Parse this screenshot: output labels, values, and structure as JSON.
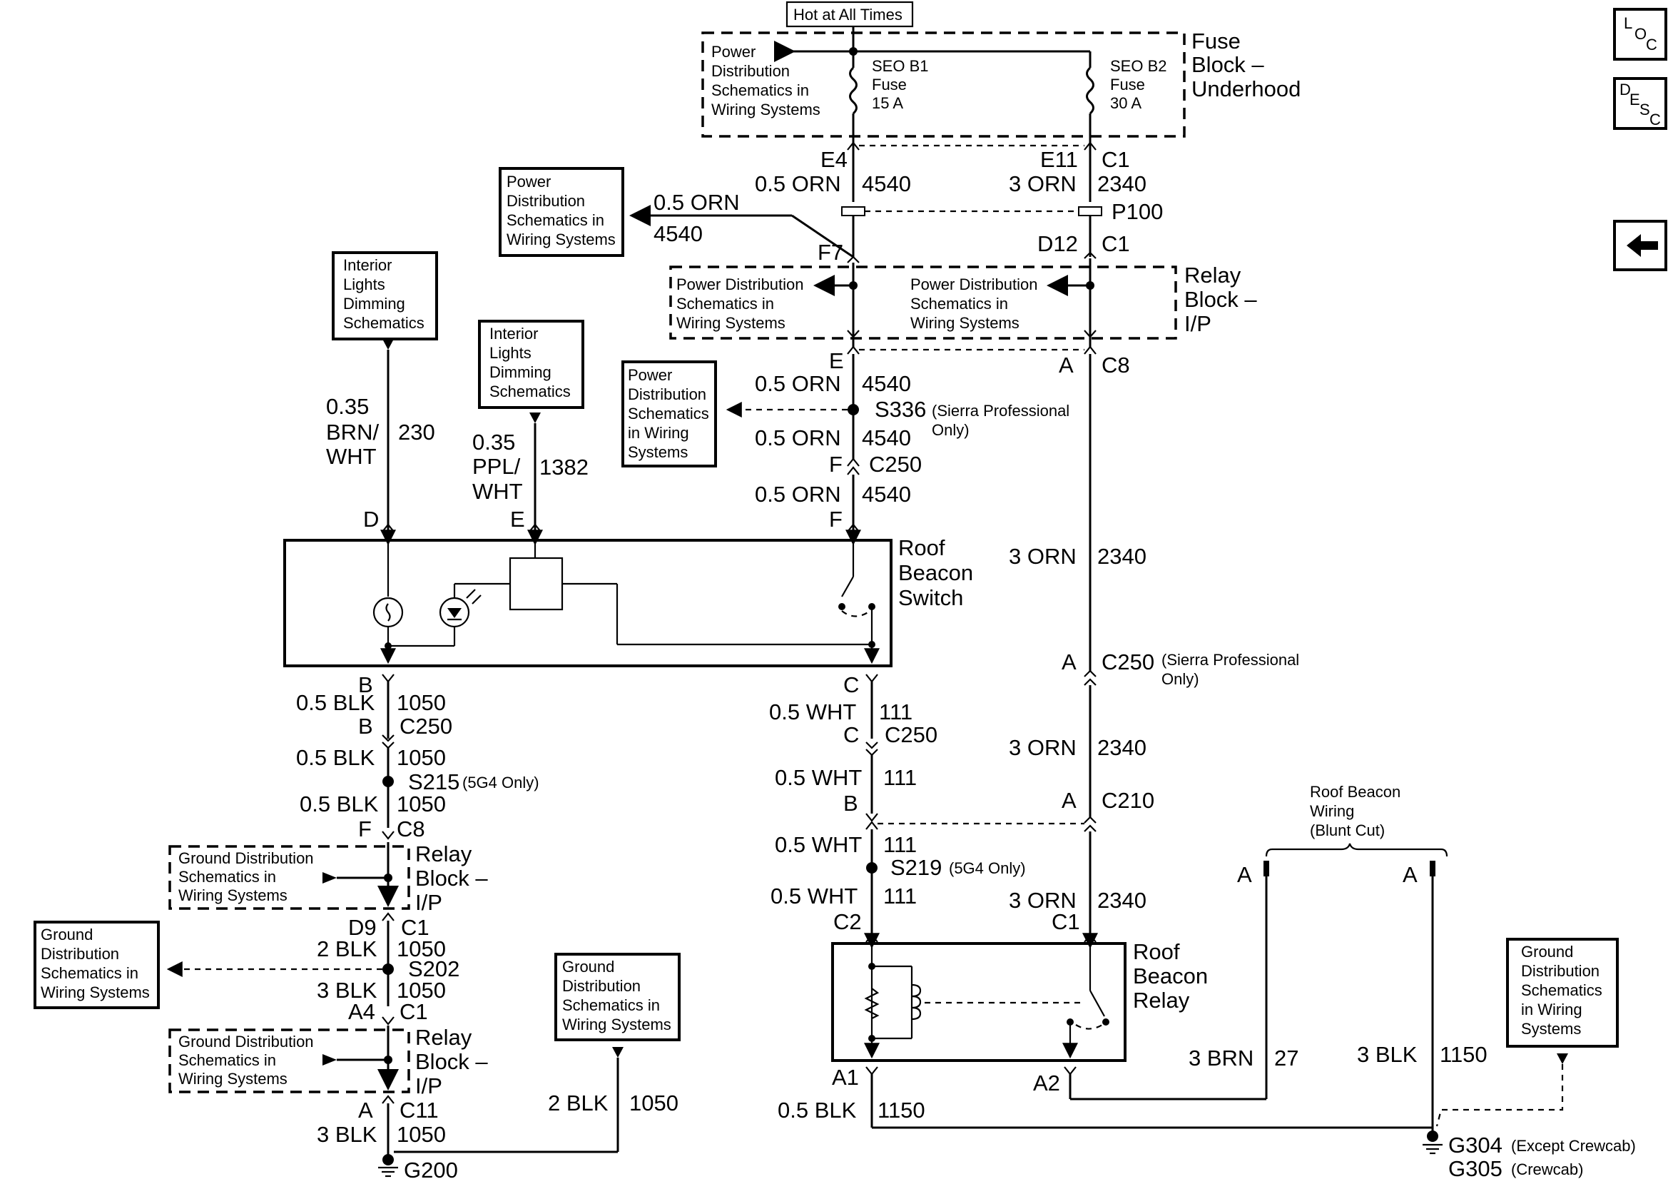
{
  "nav": {
    "loc_icon": "loc-icon",
    "desc_icon": "desc-icon",
    "back_icon": "left-arrow-icon",
    "loc": {
      "a": "L",
      "b": "O",
      "c": "C"
    },
    "desc": {
      "a": "D",
      "b": "E",
      "c": "S",
      "d": "C"
    }
  },
  "texts": {
    "hot": "Hot at All Times",
    "fbu1": "Fuse",
    "fbu2": "Block –",
    "fbu3": "Underhood",
    "pd1": "Power",
    "pd2": "Distribution",
    "pd3": "Schematics in",
    "pd4": "Wiring Systems",
    "seo1a": "SEO B1",
    "seo1b": "Fuse",
    "seo1c": "15 A",
    "seo2a": "SEO B2",
    "seo2b": "Fuse",
    "seo2c": "30 A",
    "E4": "E4",
    "E11": "E11",
    "C1a": "C1",
    "w05orn": "0.5 ORN",
    "n4540": "4540",
    "w3orn": "3 ORN",
    "n2340": "2340",
    "P100": "P100",
    "F7": "F7",
    "D12": "D12",
    "C1b": "C1",
    "ib1": "Interior",
    "ib2": "Lights",
    "ib3": "Dimming",
    "ib4": "Schematics",
    "rb1": "Relay",
    "rb2": "Block –",
    "rb3": "I/P",
    "pdlong": "Power Distribution",
    "sch": "Schematics in",
    "ws": "Wiring Systems",
    "E": "E",
    "A": "A",
    "C8": "C8",
    "pdb1": "Power",
    "pdb2": "Distribution",
    "pdb3": "Schematics",
    "pdb4": "in Wiring",
    "pdb5": "Systems",
    "S336": "S336",
    "sierra1": "(Sierra Professional",
    "sierra2": "Only)",
    "F": "F",
    "C250": "C250",
    "w035": "0.35",
    "brn": "BRN/",
    "wht": "WHT",
    "n230": "230",
    "ppl": "PPL/",
    "n1382": "1382",
    "D": "D",
    "rbs1": "Roof",
    "rbs2": "Beacon",
    "rbs3": "Switch",
    "B": "B",
    "C": "C",
    "w05blk": "0.5 BLK",
    "n1050": "1050",
    "w05wht": "0.5 WHT",
    "n111": "111",
    "S215": "S215",
    "g4": "(5G4 Only)",
    "C210": "C210",
    "S219": "S219",
    "gd1": "Ground Distribution",
    "gd2": "Schematics in",
    "gd3": "Wiring Systems",
    "gdb1": "Ground",
    "gdb2": "Distribution",
    "gdb3": "Schematics in",
    "gdb4": "Wiring Systems",
    "gdc3": "Schematics",
    "gdc4": "in Wiring",
    "gdc5": "Systems",
    "D9": "D9",
    "C1": "C1",
    "w2blk": "2 BLK",
    "w3blk": "3 BLK",
    "S202": "S202",
    "A4": "A4",
    "C11": "C11",
    "G200": "G200",
    "C2": "C2",
    "rbr1": "Roof",
    "rbr2": "Beacon",
    "rbr3": "Relay",
    "A1": "A1",
    "A2": "A2",
    "n1150": "1150",
    "bw1": "Roof Beacon",
    "bw2": "Wiring",
    "bw3": "(Blunt Cut)",
    "w3brn": "3 BRN",
    "n27": "27",
    "G304": "G304",
    "except": "(Except Crewcab)",
    "G305": "G305",
    "crew": "(Crewcab)"
  }
}
